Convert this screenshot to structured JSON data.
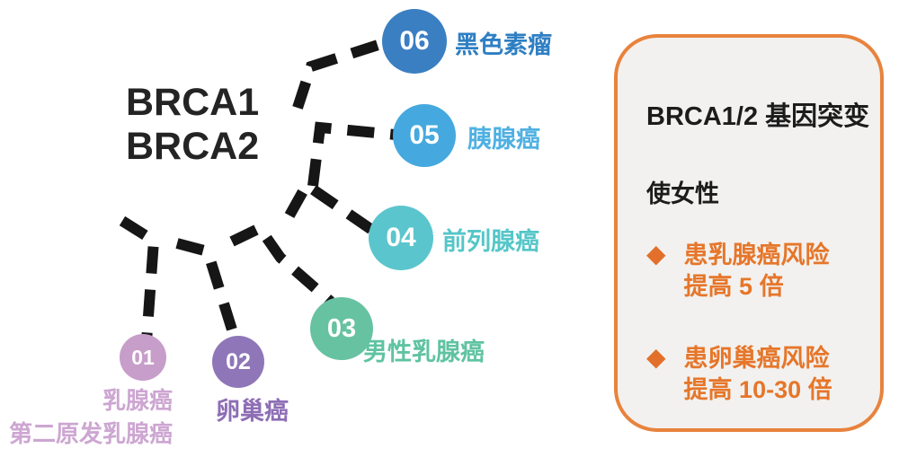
{
  "gene": {
    "line1": "BRCA1",
    "line2": "BRCA2"
  },
  "nodes": [
    {
      "id": "01",
      "label": "乳腺癌",
      "label2": "第二原发乳腺癌",
      "circle_color": "#c79dca",
      "label_color": "#cda6d2"
    },
    {
      "id": "02",
      "label": "卵巢癌",
      "circle_color": "#8f76b8",
      "label_color": "#8d6eb5"
    },
    {
      "id": "03",
      "label": "男性乳腺癌",
      "circle_color": "#67c2a2",
      "label_color": "#5fc3a1"
    },
    {
      "id": "04",
      "label": "前列腺癌",
      "circle_color": "#5bc5cd",
      "label_color": "#55c6c8"
    },
    {
      "id": "05",
      "label": "胰腺癌",
      "circle_color": "#45a9df",
      "label_color": "#4fb0e2"
    },
    {
      "id": "06",
      "label": "黑色素瘤",
      "circle_color": "#3a7fc2",
      "label_color": "#2e7fc3"
    }
  ],
  "tree": {
    "line_color": "#161616",
    "style": "thick-dashed"
  },
  "panel": {
    "title": "BRCA1/2 基因突变",
    "subtitle": "使女性",
    "bullet_icon": "◆",
    "bullets": [
      {
        "line1": "患乳腺癌风险",
        "line2": "提高 5 倍"
      },
      {
        "line1": "患卵巢癌风险",
        "line2": "提高 10-30 倍"
      }
    ],
    "accent_color": "#e6762a",
    "border_color": "#e8833d",
    "background": "#f2f1ef"
  }
}
